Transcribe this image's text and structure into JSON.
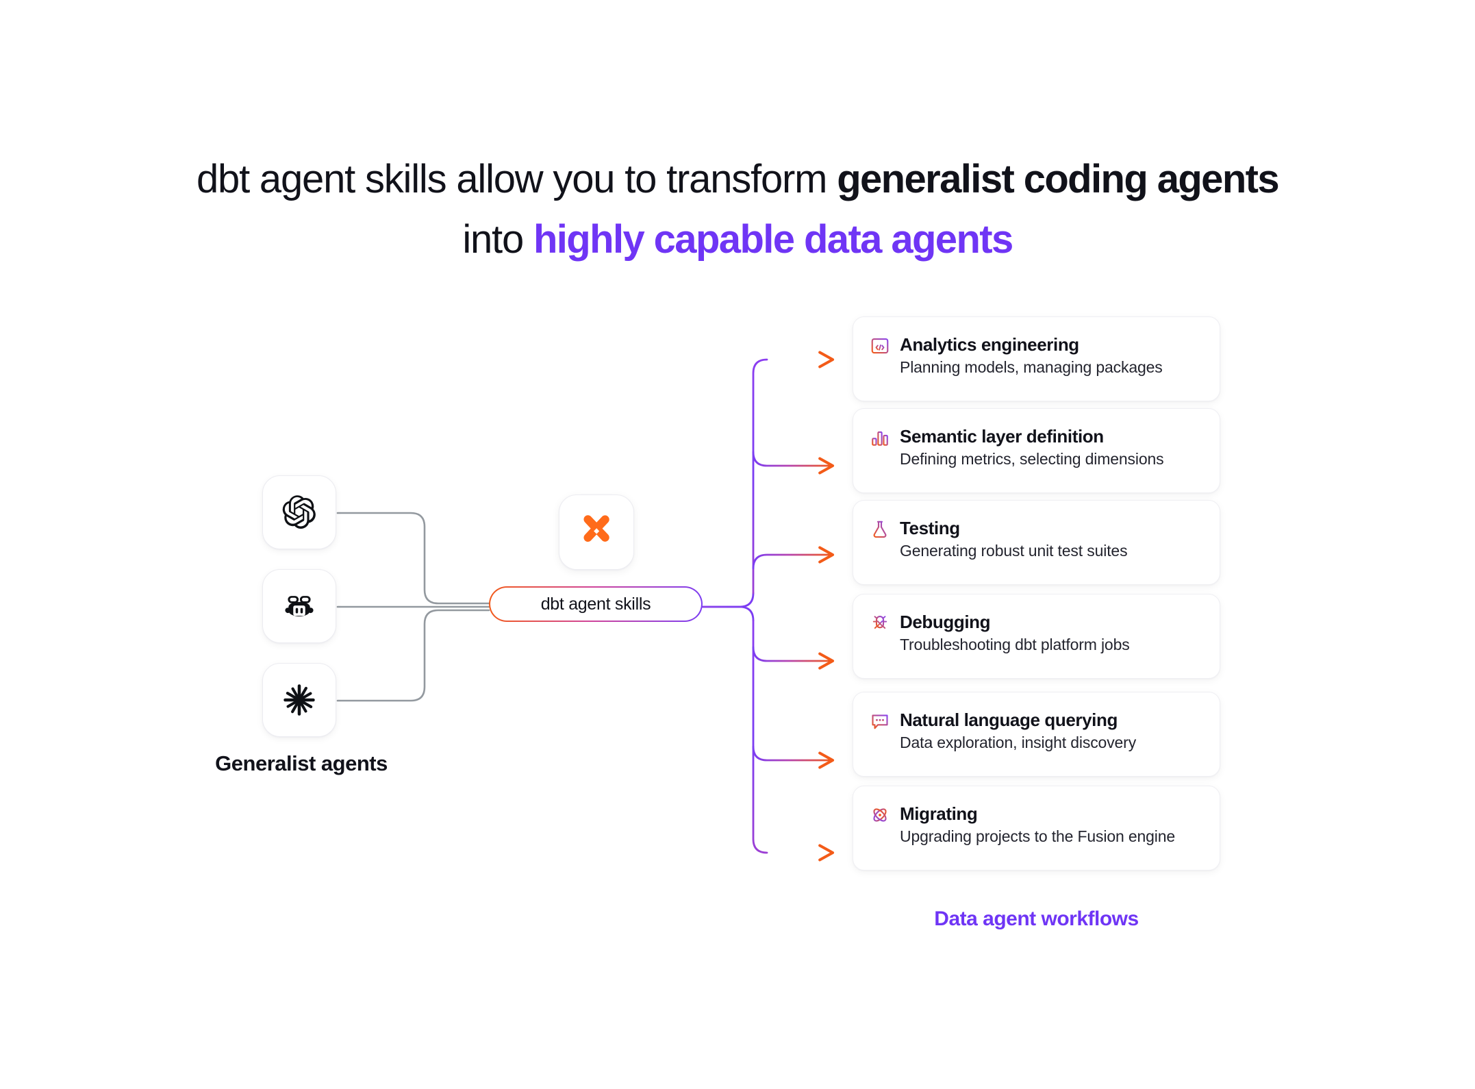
{
  "headline": {
    "line1_plain": "dbt agent skills allow you to transform ",
    "line1_bold": "generalist coding agents",
    "line2_plain": "into ",
    "line2_accent": "highly capable data agents"
  },
  "colors": {
    "accent_purple": "#6f35f5",
    "accent_orange": "#f35b18",
    "connector_gray": "#93999f",
    "text_dark": "#11121a",
    "card_border": "#efeff3"
  },
  "left": {
    "label": "Generalist agents",
    "agents": [
      {
        "name": "OpenAI",
        "icon": "openai-icon"
      },
      {
        "name": "GitHub Copilot",
        "icon": "copilot-robot-icon"
      },
      {
        "name": "Claude",
        "icon": "claude-starburst-icon"
      }
    ]
  },
  "center": {
    "logo_icon": "dbt-logo-icon",
    "pill_label": "dbt agent skills"
  },
  "right": {
    "label": "Data agent workflows",
    "cards": [
      {
        "icon": "code-window-icon",
        "title": "Analytics engineering",
        "subtitle": "Planning models, managing packages"
      },
      {
        "icon": "bar-chart-icon",
        "title": "Semantic layer definition",
        "subtitle": "Defining metrics, selecting dimensions"
      },
      {
        "icon": "flask-icon",
        "title": "Testing",
        "subtitle": "Generating robust unit test suites"
      },
      {
        "icon": "bug-icon",
        "title": "Debugging",
        "subtitle": "Troubleshooting dbt platform jobs"
      },
      {
        "icon": "chat-bubble-icon",
        "title": "Natural language querying",
        "subtitle": "Data exploration, insight discovery"
      },
      {
        "icon": "atom-icon",
        "title": "Migrating",
        "subtitle": "Upgrading projects to the Fusion engine"
      }
    ]
  }
}
